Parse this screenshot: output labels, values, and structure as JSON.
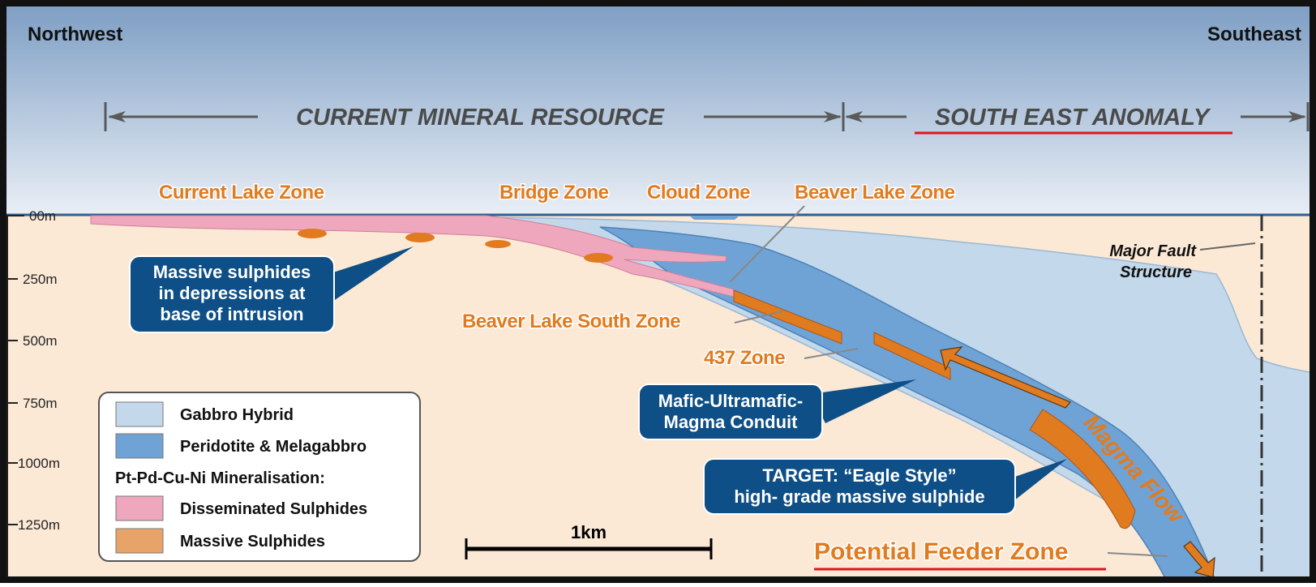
{
  "orientation": {
    "left": "Northwest",
    "right": "Southeast"
  },
  "banners": {
    "current": "CURRENT MINERAL RESOURCE",
    "anomaly": "SOUTH EAST ANOMALY"
  },
  "zones": {
    "current_lake": "Current Lake Zone",
    "bridge": "Bridge Zone",
    "cloud": "Cloud Zone",
    "beaver_lake": "Beaver Lake  Zone",
    "beaver_lake_south": "Beaver Lake South Zone",
    "z437": "437 Zone",
    "feeder": "Potential Feeder Zone"
  },
  "depths": [
    "00m",
    "250m",
    "500m",
    "750m",
    "1000m",
    "1250m"
  ],
  "callouts": {
    "massive": [
      "Massive sulphides",
      "in depressions at",
      "base of intrusion"
    ],
    "conduit": [
      "Mafic-Ultramafic-",
      "Magma Conduit"
    ],
    "target": [
      "TARGET: “Eagle Style”",
      "high- grade massive sulphide"
    ]
  },
  "fault": [
    "Major Fault",
    "Structure"
  ],
  "flow_label": "Magma Flow",
  "scale_label": "1km",
  "legend": {
    "gabbro": "Gabbro Hybrid",
    "peridotite": "Peridotite & Melagabbro",
    "heading": "Pt-Pd-Cu-Ni Mineralisation:",
    "disseminated": "Disseminated Sulphides",
    "massive": "Massive Sulphides"
  },
  "colors": {
    "sky_top": "#7f9fc4",
    "sky_bottom": "#e6ecf4",
    "ground": "#fbe9d6",
    "gabbro": "#c3d8ea",
    "peridotite": "#6fa3d6",
    "disseminated": "#eea7bd",
    "massive": "#e07b20",
    "callout": "#0d4f86",
    "underline": "#e0141e"
  }
}
